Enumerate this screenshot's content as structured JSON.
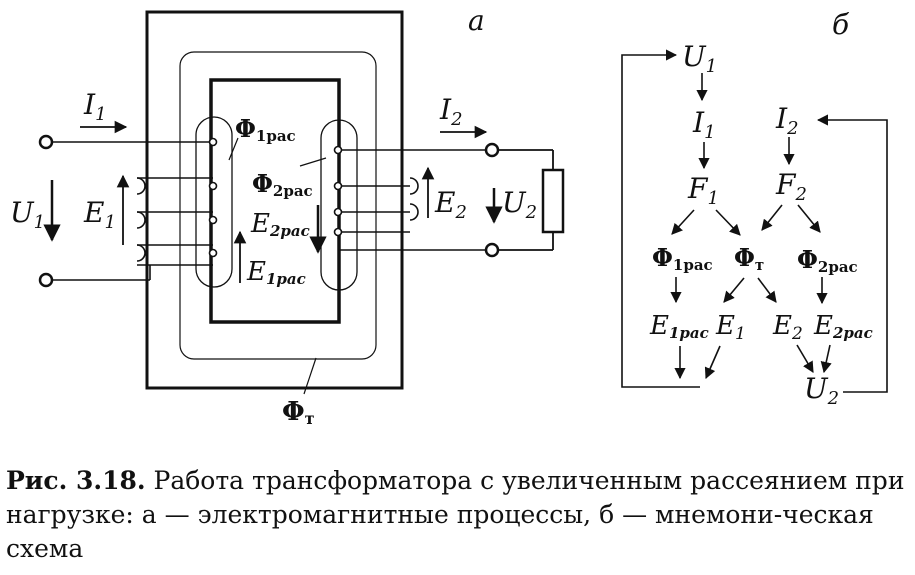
{
  "panel_a": {
    "letter": "a",
    "labels": {
      "i1": "I",
      "i1_sub": "1",
      "u1": "U",
      "u1_sub": "1",
      "e1": "E",
      "e1_sub": "1",
      "phi1": "Φ",
      "phi1_sub": "1рас",
      "phi2": "Φ",
      "phi2_sub": "2рас",
      "e2pac": "E",
      "e2pac_sub": "2рас",
      "e1pac": "E",
      "e1pac_sub": "1рас",
      "i2": "I",
      "i2_sub": "2",
      "e2": "E",
      "e2_sub": "2",
      "u2": "U",
      "u2_sub": "2",
      "phit": "Φ",
      "phit_sub": "т"
    }
  },
  "panel_b": {
    "letter": "б",
    "nodes": {
      "u1": "U",
      "u1_sub": "1",
      "i1": "I",
      "i1_sub": "1",
      "i2": "I",
      "i2_sub": "2",
      "f1": "F",
      "f1_sub": "1",
      "f2": "F",
      "f2_sub": "2",
      "phi1": "Φ",
      "phi1_sub": "1рас",
      "phit": "Φ",
      "phit_sub": "т",
      "phi2": "Φ",
      "phi2_sub": "2рас",
      "e1pac": "E",
      "e1pac_sub": "1рас",
      "e1": "E",
      "e1_sub": "1",
      "e2": "E",
      "e2_sub": "2",
      "e2pac": "E",
      "e2pac_sub": "2рас",
      "u2": "U",
      "u2_sub": "2"
    }
  },
  "caption": {
    "figure": "Рис. 3.18.",
    "text": " Работа трансформатора с увеличенным рассеянием при нагрузке: a — электромагнитные процессы, б — мнемони-ческая схема"
  }
}
